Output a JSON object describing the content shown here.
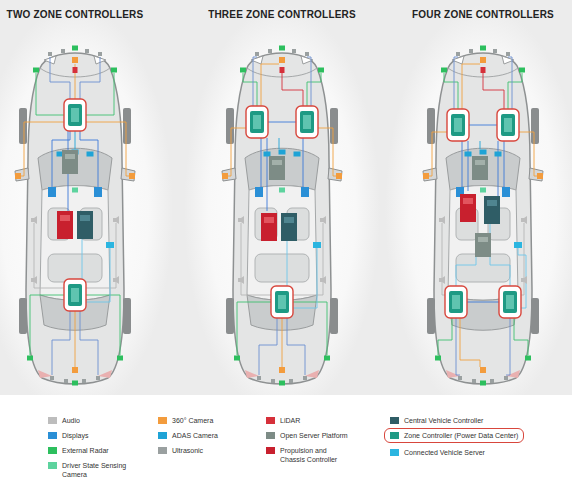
{
  "diagram": {
    "labels": [
      "TWO ZONE CONTROLLERS",
      "THREE ZONE CONTROLLERS",
      "FOUR ZONE CONTROLLERS"
    ],
    "legend": [
      {
        "text": "Audio",
        "color": "#bdbdbd"
      },
      {
        "text": "Displays",
        "color": "#2a8fd6"
      },
      {
        "text": "External Radar",
        "color": "#2dbf5e"
      },
      {
        "text": "Driver State Sensing Camera",
        "color": "#5dd39e"
      },
      {
        "text": "360° Camera",
        "color": "#f39c3d"
      },
      {
        "text": "ADAS Camera",
        "color": "#1fa3d6"
      },
      {
        "text": "Ultrasonic",
        "color": "#9aa0a0"
      },
      {
        "text": "LiDAR",
        "color": "#d6303a"
      },
      {
        "text": "Open Server Platform",
        "color": "#7d8c86"
      },
      {
        "text": "Propulsion and Chassis Controller",
        "color": "#c8202e"
      },
      {
        "text": "Central Vehicle Controller",
        "color": "#2f5d66"
      },
      {
        "text": "Zone Controller (Power Data Center)",
        "color": "#1e9a84"
      },
      {
        "text": "Connected Vehicle Server",
        "color": "#2bb5e0"
      }
    ]
  }
}
